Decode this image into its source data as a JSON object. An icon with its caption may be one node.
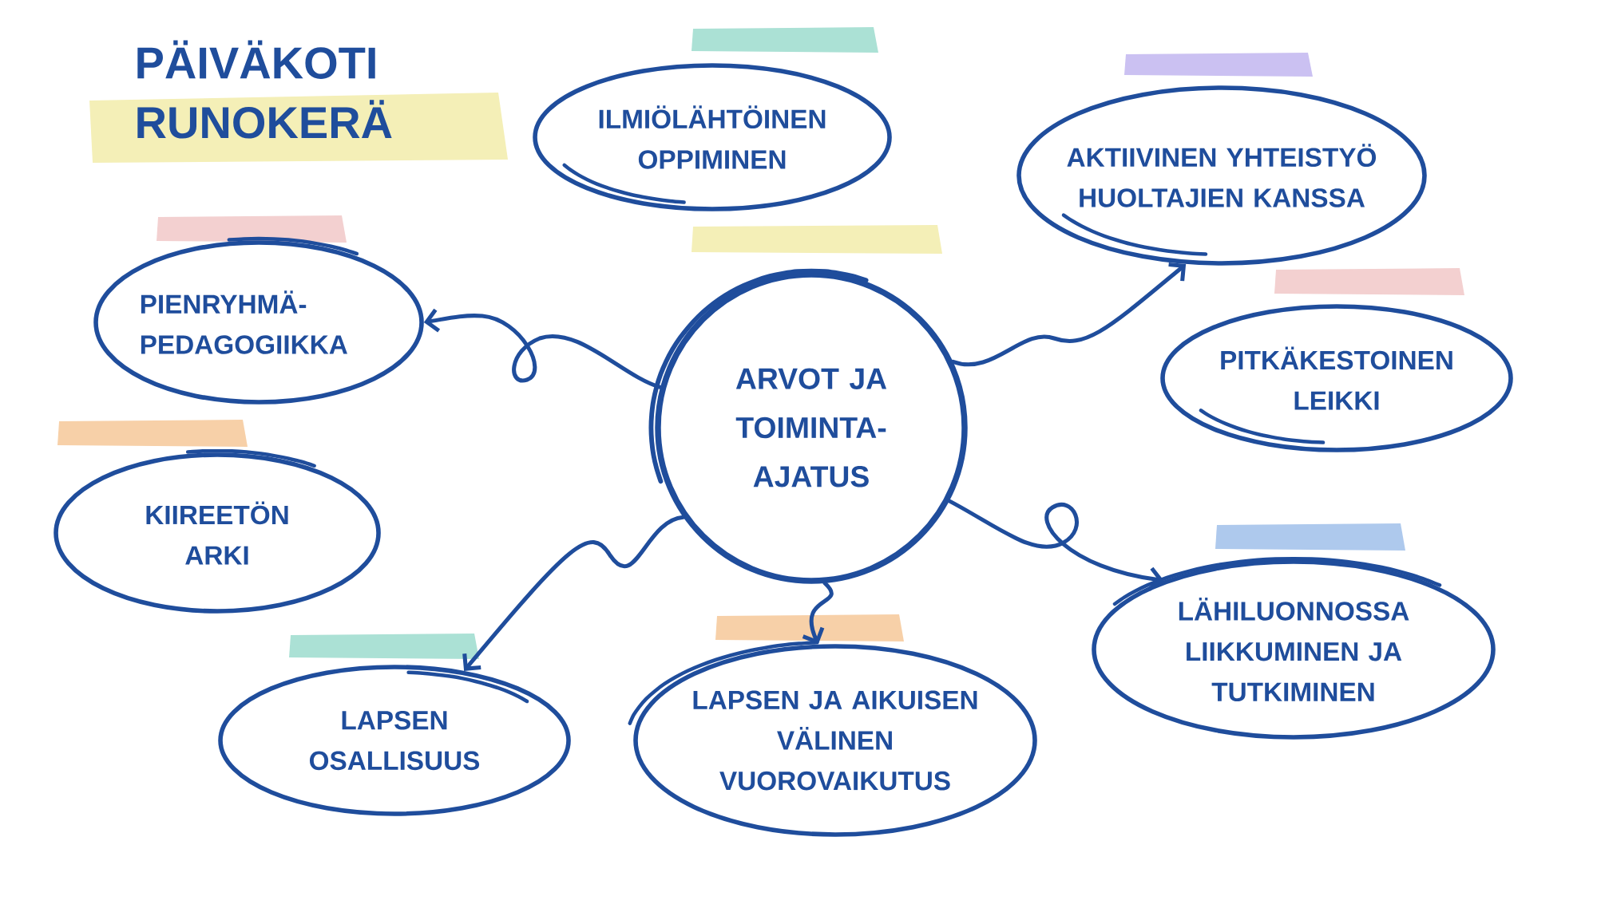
{
  "diagram": {
    "title": "PÄIVÄKOTI RUNOKERÄ",
    "nodes": [
      {
        "text": [
          "ARVOT JA TOIMINTA- AJATUS"
        ]
      },
      {
        "text": [
          "ILMIÖLÄHTÖINEN OPPIMINEN"
        ]
      },
      {
        "text": [
          "AKTIIVINEN YHTEISTYÖ HUOLTAJIEN KANSSA"
        ]
      },
      {
        "text": [
          "PIENRYHMÄ- PEDAGOGIIKKA"
        ]
      },
      {
        "text": [
          "PITKÄKESTOINEN LEIKKI"
        ]
      },
      {
        "text": [
          "KIIREETÖN ARKI"
        ]
      },
      {
        "text": [
          "LAPSEN OSALLISUUS"
        ]
      },
      {
        "text": [
          "LAPSEN JA AIKUISEN VÄLINEN VUOROVAIKUTUS"
        ]
      },
      {
        "text": [
          "LÄHILUONNOSSA LIIKKUMINEN JA TUTKIMINEN"
        ]
      }
    ],
    "edges": [
      {
        "from": 0,
        "to": 3,
        "arrow": "to"
      },
      {
        "from": 0,
        "to": 2,
        "arrow": "to"
      },
      {
        "from": 0,
        "to": 8,
        "arrow": "to"
      },
      {
        "from": 0,
        "to": 7,
        "arrow": "to"
      },
      {
        "from": 0,
        "to": 6,
        "arrow": "to"
      }
    ]
  }
}
